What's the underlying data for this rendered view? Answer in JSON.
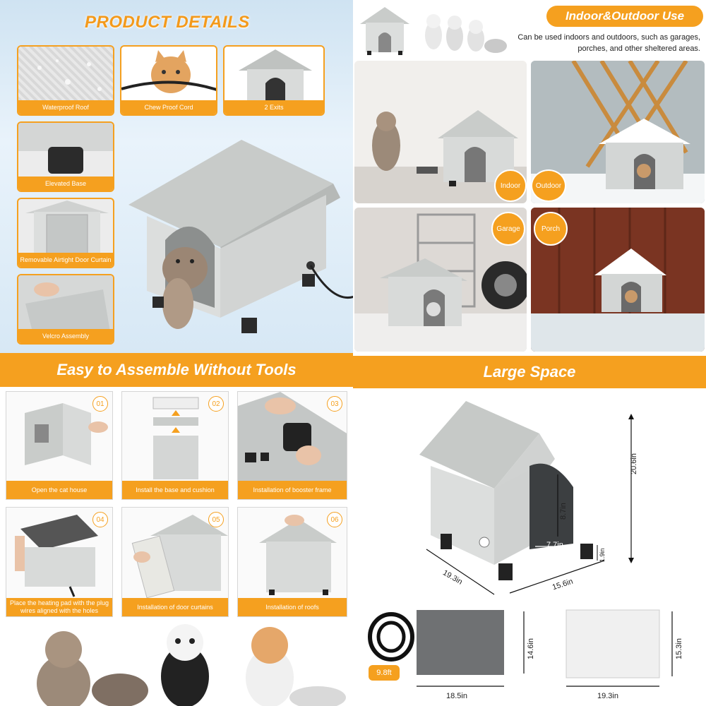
{
  "product_details": {
    "title": "PRODUCT DETAILS",
    "features": [
      {
        "label": "Waterproof Roof",
        "icon": "raindrop-icon"
      },
      {
        "label": "Chew Proof Cord",
        "icon": "cable-icon"
      },
      {
        "label": "2 Exits",
        "icon": "house-icon"
      },
      {
        "label": "Elevated Base",
        "icon": "leg-icon"
      },
      {
        "label": "Removable Airtight Door Curtain",
        "icon": "curtain-icon"
      },
      {
        "label": "Velcro Assembly",
        "icon": "velcro-icon"
      }
    ]
  },
  "usage": {
    "title": "Indoor&Outdoor Use",
    "description_line1": "Can be used indoors and outdoors, such as garages,",
    "description_line2": "porches, and other sheltered areas.",
    "scenes": [
      {
        "label": "Indoor"
      },
      {
        "label": "Outdoor"
      },
      {
        "label": "Garage"
      },
      {
        "label": "Porch"
      }
    ]
  },
  "assembly": {
    "title": "Easy to Assemble Without Tools",
    "steps": [
      {
        "num": "01",
        "label": "Open the cat house"
      },
      {
        "num": "02",
        "label": "Install the base and cushion"
      },
      {
        "num": "03",
        "label": "Installation of booster frame"
      },
      {
        "num": "04",
        "label": "Place the heating pad with the plug wires aligned with the holes"
      },
      {
        "num": "05",
        "label": "Installation of door curtains"
      },
      {
        "num": "06",
        "label": "Installation of roofs"
      }
    ]
  },
  "size": {
    "title": "Large Space",
    "height": "20.6in",
    "door_height": "8.7in",
    "door_width": "7.7in",
    "leg_height": "1.9in",
    "depth": "19.3in",
    "width": "15.6in",
    "pad_height": "14.6in",
    "pad_width": "18.5in",
    "cord_length": "9.8ft",
    "cushion_height": "15.3in",
    "cushion_width": "19.3in"
  },
  "colors": {
    "accent": "#f5a01f",
    "house": "#c9ccca"
  }
}
